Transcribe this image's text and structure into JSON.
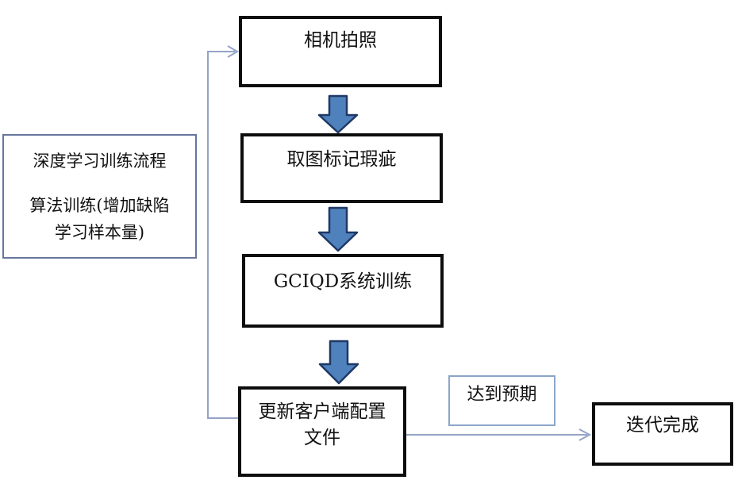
{
  "diagram": {
    "note_box": {
      "line1": "深度学习训练流程",
      "line2": "算法训练(增加缺陷",
      "line3": "学习样本量)"
    },
    "nodes": {
      "camera": {
        "label": "相机拍照"
      },
      "mark": {
        "label": "取图标记瑕疵"
      },
      "train": {
        "label": "GCIQD系统训练"
      },
      "update": {
        "line1": "更新客户端配置",
        "line2": "文件"
      },
      "condition": {
        "label": "达到预期"
      },
      "complete": {
        "label": "迭代完成"
      }
    },
    "colors": {
      "block_arrow_fill": "#4f81bd",
      "block_arrow_stroke": "#1f3864",
      "connector": "#95a3c7",
      "note_border": "#66769c",
      "condition_border": "#8ba6c9",
      "box_border": "#0d0d0d"
    }
  }
}
